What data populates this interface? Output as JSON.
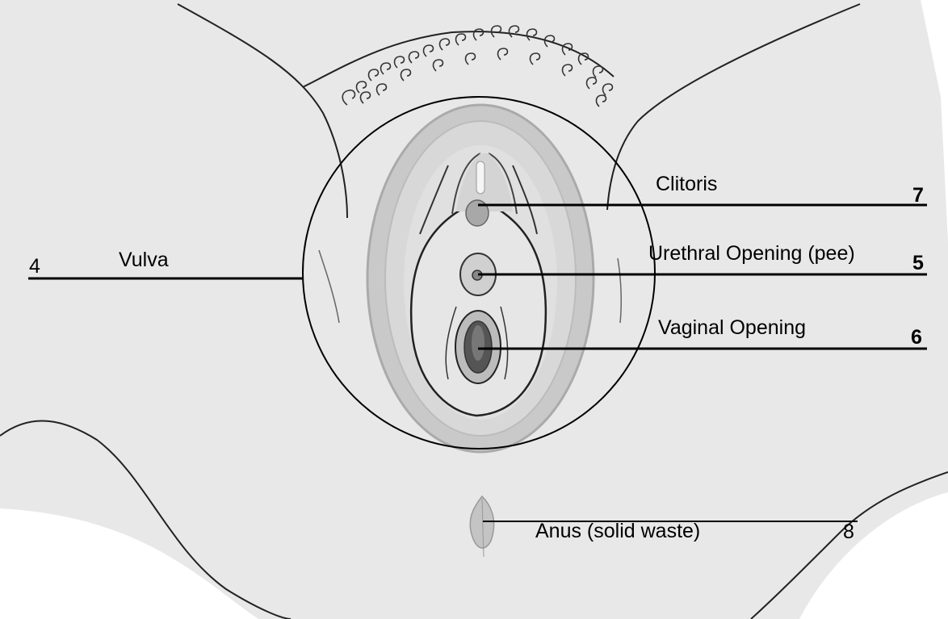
{
  "diagram": {
    "labels": [
      {
        "id": "vulva",
        "text": "Vulva",
        "number": "4"
      },
      {
        "id": "clitoris",
        "text": "Clitoris",
        "number": "7"
      },
      {
        "id": "urethral",
        "text": "Urethral Opening (pee)",
        "number": "5"
      },
      {
        "id": "vaginal",
        "text": "Vaginal Opening",
        "number": "6"
      },
      {
        "id": "anus",
        "text": "Anus (solid waste)",
        "number": "8"
      }
    ],
    "colors": {
      "body_fill": "#e8e8e8",
      "outline": "#222222",
      "labia_outer": "#c9c9c9",
      "labia_inner": "#d8d8d8",
      "opening_dark": "#555555"
    }
  }
}
